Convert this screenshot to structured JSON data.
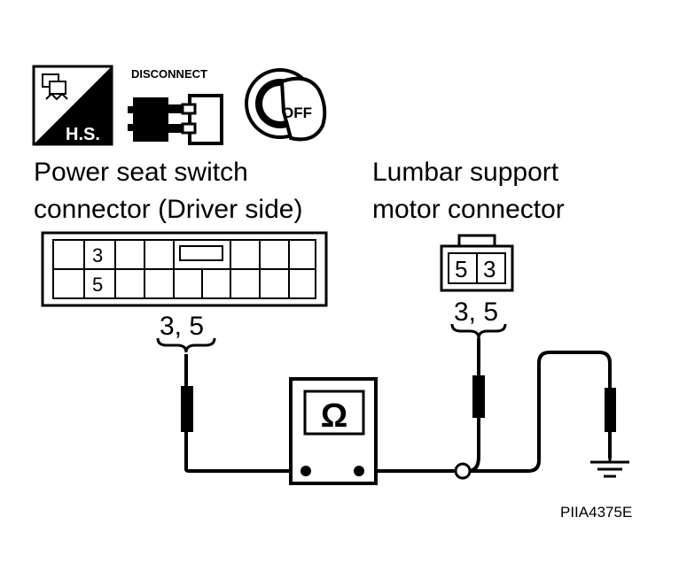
{
  "icons": {
    "hs_label": "H.S.",
    "disconnect_label": "DISCONNECT",
    "key_label": "OFF"
  },
  "left_connector": {
    "title_line1": "Power seat switch",
    "title_line2": "connector (Driver side)",
    "pin_a": "3",
    "pin_b": "5",
    "probe_pins": "3, 5"
  },
  "right_connector": {
    "title_line1": "Lumbar support",
    "title_line2": "motor connector",
    "pin_a": "5",
    "pin_b": "3",
    "probe_pins": "3, 5"
  },
  "meter": {
    "symbol": "Ω"
  },
  "figure_code": "PIIA4375E"
}
